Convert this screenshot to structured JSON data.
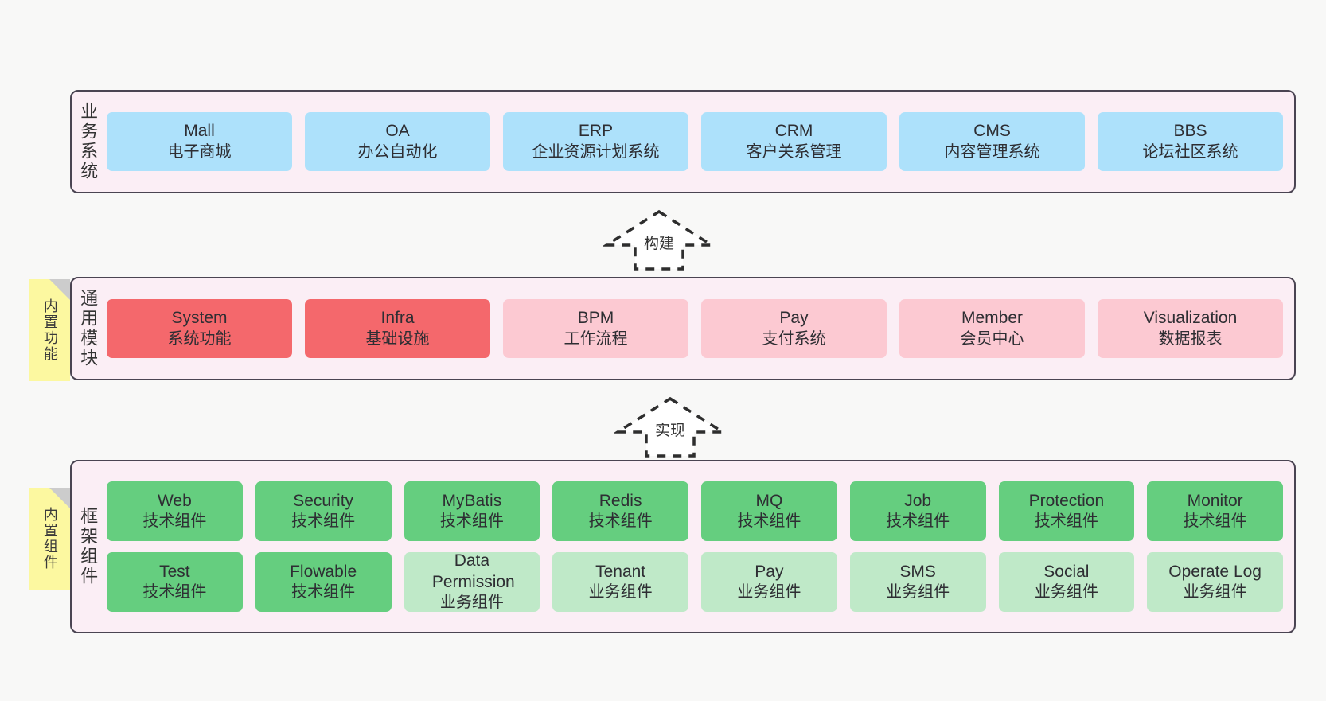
{
  "diagram": {
    "title": "yudao-cloud architecture layers",
    "colors": {
      "background": "#f8f8f7",
      "panel_fill": "#fbeef5",
      "panel_border": "#4a4452",
      "sticky_fill": "#fcf8a0",
      "sticky_fold": "#cccccc",
      "blue": "#ade1fb",
      "red": "#f4686c",
      "pink": "#fcc9d2",
      "green": "#65ce7f",
      "light_green": "#bfe9c8",
      "text": "#2e2e33"
    }
  },
  "layers": [
    {
      "id": "business-systems",
      "title": "业务系统",
      "sticky": null,
      "rows": [
        {
          "cards": [
            {
              "en": "Mall",
              "cn": "电子商城",
              "color": "blue"
            },
            {
              "en": "OA",
              "cn": "办公自动化",
              "color": "blue"
            },
            {
              "en": "ERP",
              "cn": "企业资源计划系统",
              "color": "blue"
            },
            {
              "en": "CRM",
              "cn": "客户关系管理",
              "color": "blue"
            },
            {
              "en": "CMS",
              "cn": "内容管理系统",
              "color": "blue"
            },
            {
              "en": "BBS",
              "cn": "论坛社区系统",
              "color": "blue"
            }
          ]
        }
      ]
    },
    {
      "id": "common-modules",
      "title": "通用模块",
      "sticky": "内置功能",
      "rows": [
        {
          "cards": [
            {
              "en": "System",
              "cn": "系统功能",
              "color": "red"
            },
            {
              "en": "Infra",
              "cn": "基础设施",
              "color": "red"
            },
            {
              "en": "BPM",
              "cn": "工作流程",
              "color": "pink"
            },
            {
              "en": "Pay",
              "cn": "支付系统",
              "color": "pink"
            },
            {
              "en": "Member",
              "cn": "会员中心",
              "color": "pink"
            },
            {
              "en": "Visualization",
              "cn": "数据报表",
              "color": "pink"
            }
          ]
        }
      ]
    },
    {
      "id": "framework-components",
      "title": "框架组件",
      "sticky": "内置组件",
      "rows": [
        {
          "cards": [
            {
              "en": "Web",
              "cn": "技术组件",
              "color": "green"
            },
            {
              "en": "Security",
              "cn": "技术组件",
              "color": "green"
            },
            {
              "en": "MyBatis",
              "cn": "技术组件",
              "color": "green"
            },
            {
              "en": "Redis",
              "cn": "技术组件",
              "color": "green"
            },
            {
              "en": "MQ",
              "cn": "技术组件",
              "color": "green"
            },
            {
              "en": "Job",
              "cn": "技术组件",
              "color": "green"
            },
            {
              "en": "Protection",
              "cn": "技术组件",
              "color": "green"
            },
            {
              "en": "Monitor",
              "cn": "技术组件",
              "color": "green"
            }
          ]
        },
        {
          "cards": [
            {
              "en": "Test",
              "cn": "技术组件",
              "color": "green"
            },
            {
              "en": "Flowable",
              "cn": "技术组件",
              "color": "green"
            },
            {
              "en": "Data Permission",
              "cn": "业务组件",
              "color": "lightgreen"
            },
            {
              "en": "Tenant",
              "cn": "业务组件",
              "color": "lightgreen"
            },
            {
              "en": "Pay",
              "cn": "业务组件",
              "color": "lightgreen"
            },
            {
              "en": "SMS",
              "cn": "业务组件",
              "color": "lightgreen"
            },
            {
              "en": "Social",
              "cn": "业务组件",
              "color": "lightgreen"
            },
            {
              "en": "Operate Log",
              "cn": "业务组件",
              "color": "lightgreen"
            }
          ]
        }
      ]
    }
  ],
  "arrows": [
    {
      "id": "build",
      "label": "构建",
      "direction": "up"
    },
    {
      "id": "implement",
      "label": "实现",
      "direction": "up"
    }
  ]
}
